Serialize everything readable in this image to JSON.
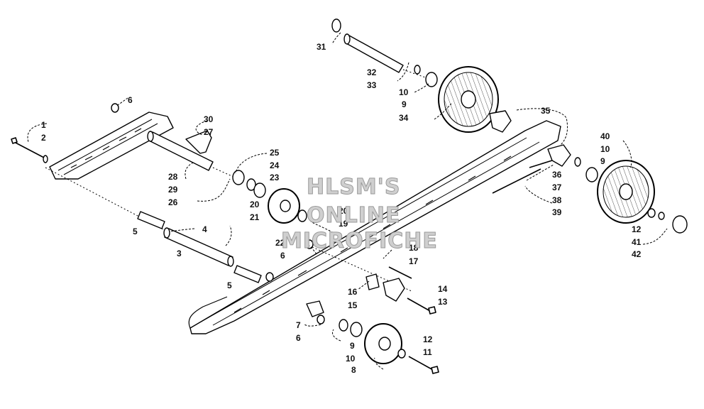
{
  "watermark": {
    "line1": "HLSM'S",
    "line2": "ONLINE",
    "line3": "MICROFICHE"
  },
  "callouts": [
    {
      "id": "c1",
      "text": "1"
    },
    {
      "id": "c2",
      "text": "2"
    },
    {
      "id": "c6a",
      "text": "6"
    },
    {
      "id": "c30",
      "text": "30"
    },
    {
      "id": "c27",
      "text": "27"
    },
    {
      "id": "c28",
      "text": "28"
    },
    {
      "id": "c29",
      "text": "29"
    },
    {
      "id": "c26",
      "text": "26"
    },
    {
      "id": "c25",
      "text": "25"
    },
    {
      "id": "c24",
      "text": "24"
    },
    {
      "id": "c23",
      "text": "23"
    },
    {
      "id": "c20a",
      "text": "20"
    },
    {
      "id": "c21",
      "text": "21"
    },
    {
      "id": "c5a",
      "text": "5"
    },
    {
      "id": "c4",
      "text": "4"
    },
    {
      "id": "c3",
      "text": "3"
    },
    {
      "id": "c5b",
      "text": "5"
    },
    {
      "id": "c20b",
      "text": "20"
    },
    {
      "id": "c19",
      "text": "19"
    },
    {
      "id": "c22",
      "text": "22"
    },
    {
      "id": "c6b",
      "text": "6"
    },
    {
      "id": "c18",
      "text": "18"
    },
    {
      "id": "c17",
      "text": "17"
    },
    {
      "id": "c16",
      "text": "16"
    },
    {
      "id": "c15",
      "text": "15"
    },
    {
      "id": "c14",
      "text": "14"
    },
    {
      "id": "c13",
      "text": "13"
    },
    {
      "id": "c7",
      "text": "7"
    },
    {
      "id": "c6c",
      "text": "6"
    },
    {
      "id": "c9a",
      "text": "9"
    },
    {
      "id": "c10a",
      "text": "10"
    },
    {
      "id": "c8",
      "text": "8"
    },
    {
      "id": "c12a",
      "text": "12"
    },
    {
      "id": "c11",
      "text": "11"
    },
    {
      "id": "c31",
      "text": "31"
    },
    {
      "id": "c32",
      "text": "32"
    },
    {
      "id": "c33",
      "text": "33"
    },
    {
      "id": "c10b",
      "text": "10"
    },
    {
      "id": "c9b",
      "text": "9"
    },
    {
      "id": "c34",
      "text": "34"
    },
    {
      "id": "c35",
      "text": "35"
    },
    {
      "id": "c40",
      "text": "40"
    },
    {
      "id": "c10c",
      "text": "10"
    },
    {
      "id": "c9c",
      "text": "9"
    },
    {
      "id": "c36",
      "text": "36"
    },
    {
      "id": "c37",
      "text": "37"
    },
    {
      "id": "c38",
      "text": "38"
    },
    {
      "id": "c39",
      "text": "39"
    },
    {
      "id": "c12b",
      "text": "12"
    },
    {
      "id": "c41",
      "text": "41"
    },
    {
      "id": "c42",
      "text": "42"
    }
  ]
}
